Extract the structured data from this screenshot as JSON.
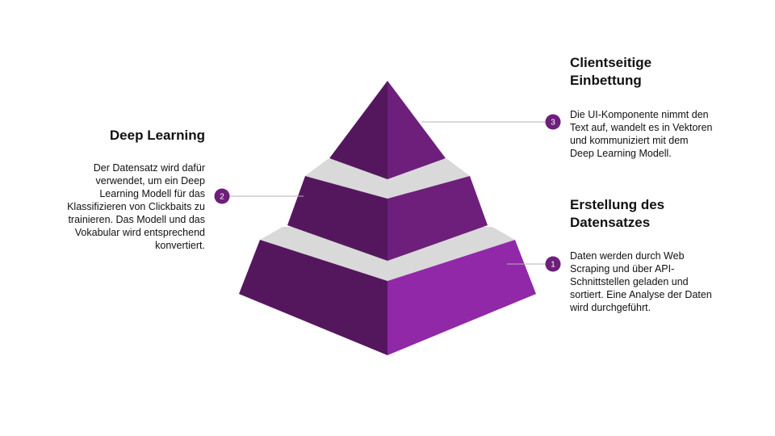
{
  "colors": {
    "purple_dark": "#54175d",
    "purple_mid": "#6d1f7b",
    "purple_bright": "#9128a8",
    "band_gray": "#d9d9d9",
    "leader_line": "#b3b3b3",
    "marker_fill": "#6d1f7b"
  },
  "steps": [
    {
      "number": "1",
      "title": "Erstellung des Datensatzes",
      "text": "Daten werden durch Web Scraping und über API-Schnittstellen geladen und sortiert. Eine Analyse der Daten wird durchgeführt."
    },
    {
      "number": "2",
      "title": "Deep Learning",
      "text": "Der Datensatz wird dafür verwendet, um ein Deep Learning Modell für das Klassifizieren von Clickbaits zu trainieren. Das Modell und das Vokabular wird entsprechend konvertiert."
    },
    {
      "number": "3",
      "title": "Clientseitige Einbettung",
      "text": "Die UI-Komponente nimmt den Text auf, wandelt es in Vektoren und kommuniziert mit dem Deep Learning Modell."
    }
  ]
}
